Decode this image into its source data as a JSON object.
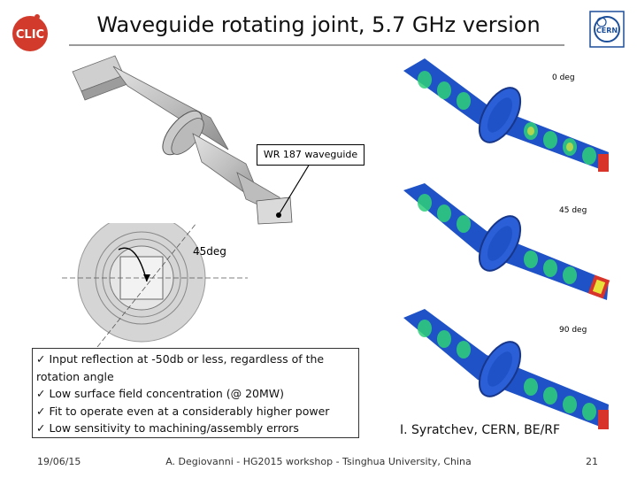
{
  "slide": {
    "title": "Waveguide rotating joint, 5.7 GHz version",
    "logo_left_text": "CLIC",
    "logo_right_text": "CERN"
  },
  "figures": {
    "field_0_label": "0 deg",
    "field_45_label": "45 deg",
    "field_90_label": "90 deg",
    "callout_label": "WR 187 waveguide",
    "angle_label": "45deg"
  },
  "bullets": [
    "Input reflection at -50db or less, regardless of the rotation angle",
    "Low surface field concentration (@ 20MW)",
    "Fit to operate even at a considerably higher power",
    "Low sensitivity to machining/assembly errors"
  ],
  "bullet_mark": "✓",
  "credit": "I. Syratchev, CERN, BE/RF",
  "footer": {
    "date": "19/06/15",
    "center": "A. Degiovanni - HG2015 workshop - Tsinghua University, China",
    "page": "21"
  },
  "colors": {
    "clic_red": "#d23a2b",
    "cern_blue": "#1d4f9a",
    "field_blue": "#1f52c7",
    "field_green": "#2fd07a",
    "field_yellow": "#e8e13a",
    "field_red": "#d8342a"
  }
}
